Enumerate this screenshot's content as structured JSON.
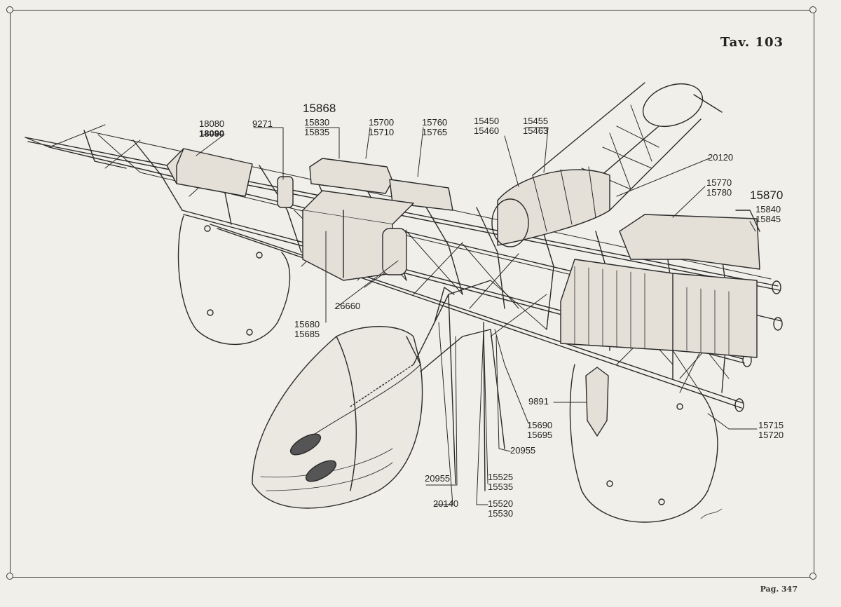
{
  "plate": "Tav. 103",
  "page_number": "Pag. 347",
  "labels": {
    "c18080": [
      "18080",
      "18090"
    ],
    "c9271": [
      "9271"
    ],
    "c15868": [
      "15868"
    ],
    "c15830": [
      "15830",
      "15835"
    ],
    "c15700": [
      "15700",
      "15710"
    ],
    "c15760": [
      "15760",
      "15765"
    ],
    "c15450": [
      "15450",
      "15460"
    ],
    "c15455": [
      "15455",
      "15463"
    ],
    "c20120": [
      "20120"
    ],
    "c15770": [
      "15770",
      "15780"
    ],
    "c15870": [
      "15870"
    ],
    "c15840": [
      "15840",
      "15845"
    ],
    "c26660": [
      "26660"
    ],
    "c15680": [
      "15680",
      "15685"
    ],
    "c9891": [
      "9891"
    ],
    "c15690": [
      "15690",
      "15695"
    ],
    "c20955a": [
      "20955"
    ],
    "c15715": [
      "15715",
      "15720"
    ],
    "c20955b": [
      "20955"
    ],
    "c15525": [
      "15525",
      "15535"
    ],
    "c20140": [
      "20140"
    ],
    "c15520": [
      "15520",
      "15530"
    ]
  },
  "colors": {
    "ink": "#2a2a2a",
    "paper": "#f1efea"
  }
}
